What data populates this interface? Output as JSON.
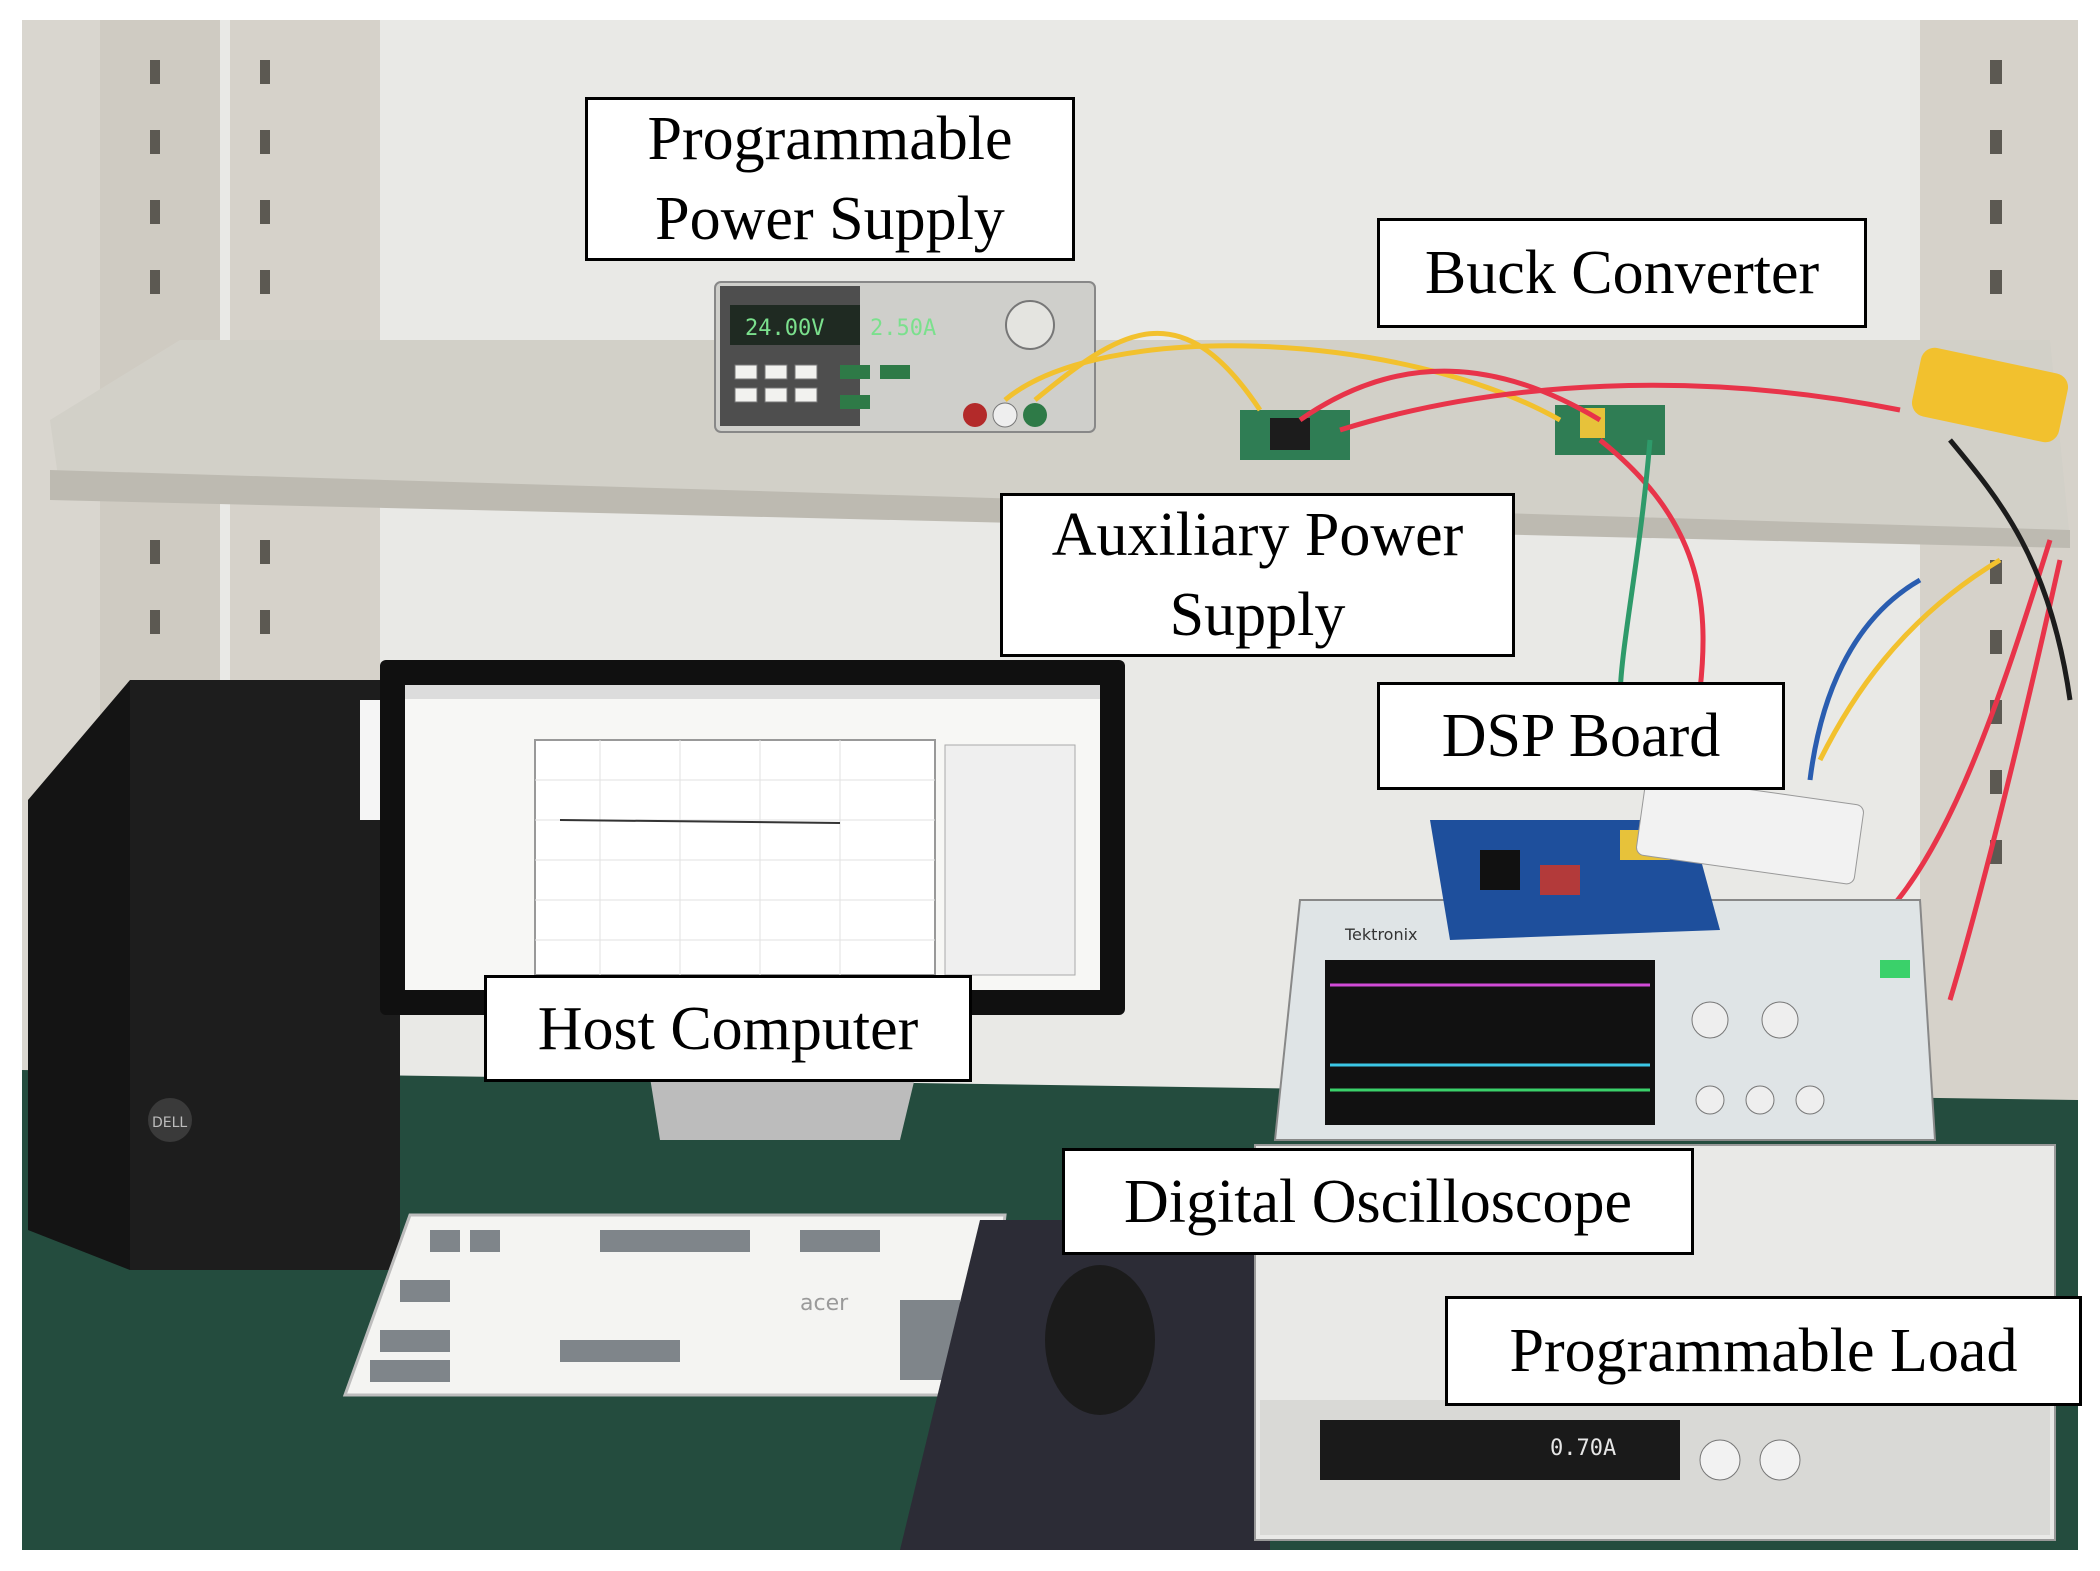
{
  "labels": {
    "programmable_power_supply": {
      "line1": "Programmable",
      "line2": "Power Supply"
    },
    "buck_converter": "Buck Converter",
    "auxiliary_power_supply": {
      "line1": "Auxiliary Power",
      "line2": "Supply"
    },
    "dsp_board": "DSP Board",
    "host_computer": "Host Computer",
    "digital_oscilloscope": "Digital Oscilloscope",
    "programmable_load": "Programmable Load"
  },
  "instrument_readouts": {
    "power_supply_voltage": "24.00V",
    "power_supply_current": "2.50A",
    "load_current": "0.70A"
  },
  "brands": {
    "oscilloscope": "Tektronix",
    "keyboard": "acer",
    "tower": "DELL"
  },
  "colors": {
    "wire_red": "#e8344a",
    "wire_yellow": "#f2c12e",
    "wire_blue": "#2a5db0",
    "wire_green": "#2e9a6a",
    "pcb_green": "#2f7d54",
    "dsp_blue": "#1e4f9c",
    "desk_green": "#244c3e",
    "wall": "#e9e9e6"
  }
}
